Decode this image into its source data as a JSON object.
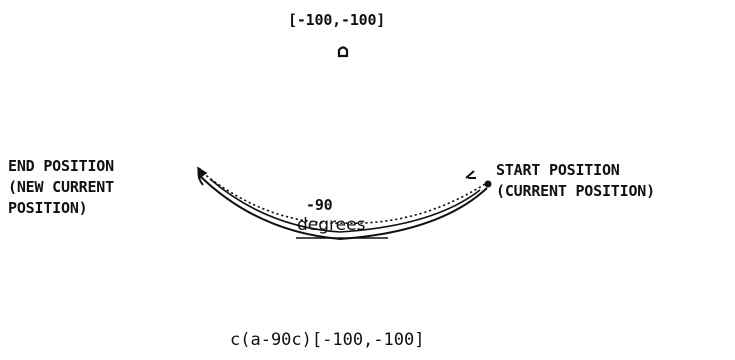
{
  "diagram": {
    "center_label": "[-100,-100]",
    "end_label": {
      "line1": "END POSITION",
      "line2": "(NEW CURRENT",
      "line3": "POSITION)"
    },
    "start_label": {
      "line1": "START POSITION",
      "line2": "(CURRENT POSITION)"
    },
    "angle": {
      "value": "-90",
      "unit": "degrees"
    },
    "command": "c(a-90c)[-100,-100]",
    "colors": {
      "ink": "#111111",
      "background": "#ffffff"
    }
  }
}
